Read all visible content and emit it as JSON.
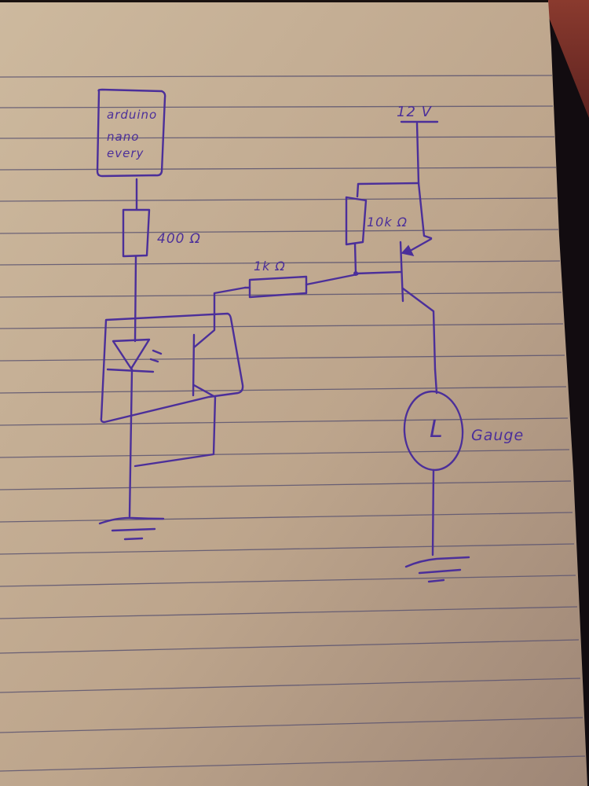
{
  "diagram": {
    "type": "hand-drawn circuit schematic on lined notebook paper",
    "colors": {
      "paper": "#c9b59a",
      "paper_shadow": "#a8917c",
      "ink": "#4b2f9a",
      "ruled_line": "#5a5470",
      "background_dark": "#120c10",
      "background_wood": "#7a2e26"
    },
    "labels": {
      "mcu_line1": "arduino",
      "mcu_line2": "nano",
      "mcu_line3": "every",
      "resistor_led": "400 Ω",
      "resistor_base": "1k Ω",
      "resistor_pullup": "10k Ω",
      "supply": "12 V",
      "load": "Gauge",
      "load_symbol": "L"
    },
    "components": [
      {
        "id": "mcu",
        "name": "Arduino Nano Every"
      },
      {
        "id": "r1",
        "name": "Resistor",
        "value": "400 Ω"
      },
      {
        "id": "opto",
        "name": "Optocoupler (LED + phototransistor)"
      },
      {
        "id": "r2",
        "name": "Resistor",
        "value": "1k Ω"
      },
      {
        "id": "r3",
        "name": "Resistor",
        "value": "10k Ω"
      },
      {
        "id": "q1",
        "name": "PNP transistor"
      },
      {
        "id": "gauge",
        "name": "Gauge (lamp/load)"
      },
      {
        "id": "vcc",
        "name": "Supply",
        "value": "12 V"
      },
      {
        "id": "gnd1",
        "name": "Ground"
      },
      {
        "id": "gnd2",
        "name": "Ground"
      }
    ]
  }
}
